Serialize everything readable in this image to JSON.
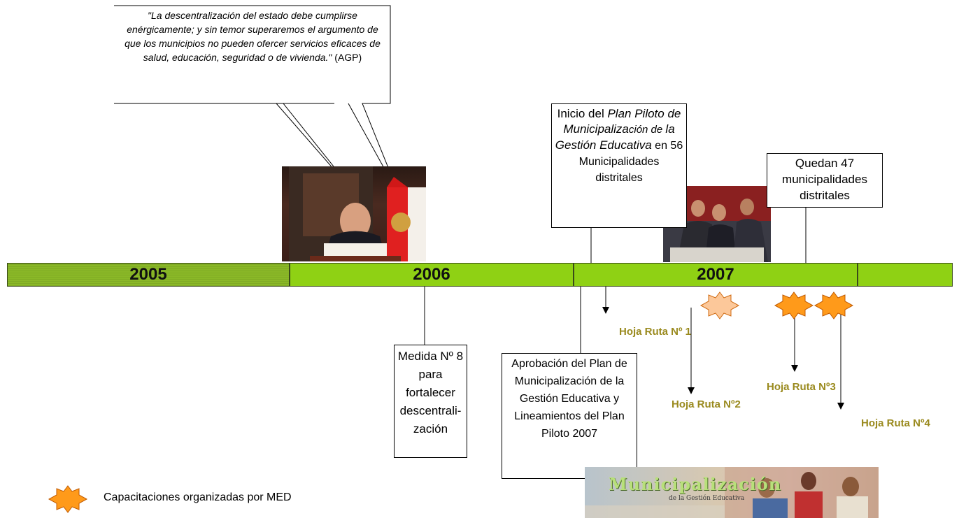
{
  "quote": {
    "text": "\"La descentralización del estado debe cumplirse enérgicamente; y sin temor superaremos el argumento de que los municipios no pueden ofercer servicios eficaces de salud, educación, seguridad o de vivienda.\"",
    "author": " (AGP)"
  },
  "timeline": {
    "years": [
      "2005",
      "2006",
      "2007"
    ]
  },
  "events": {
    "plan_piloto": {
      "prefix": "Inicio del ",
      "italic1": "Plan Piloto de Municipaliza",
      "mid": "ción de ",
      "italic2": "la Gestión Educativa",
      "suffix": " en 56 Municipalidades distritales"
    },
    "quedan": "Quedan 47 municipalidades distritales",
    "medida": "Medida Nº 8 para fortalecer descentrali-zación",
    "aprobacion": "Aprobación del Plan de Municipalización de la Gestión Educativa y Lineamientos del Plan Piloto 2007"
  },
  "hojas": [
    "Hoja Ruta Nº 1",
    "Hoja Ruta Nº2",
    "Hoja Ruta Nº3",
    "Hoja Ruta Nº4"
  ],
  "legend": {
    "label": "Capacitaciones organizadas por MED",
    "icon": "star-burst-icon"
  },
  "banner": {
    "title": "Municipalización",
    "subtitle": "de la Gestión Educativa"
  },
  "colors": {
    "timeline_green": "#8fd114",
    "timeline_dark": "#8ab827",
    "hoja_text": "#9a8a1e",
    "star_orange": "#ff9a1a",
    "star_light": "#fcc89a"
  }
}
